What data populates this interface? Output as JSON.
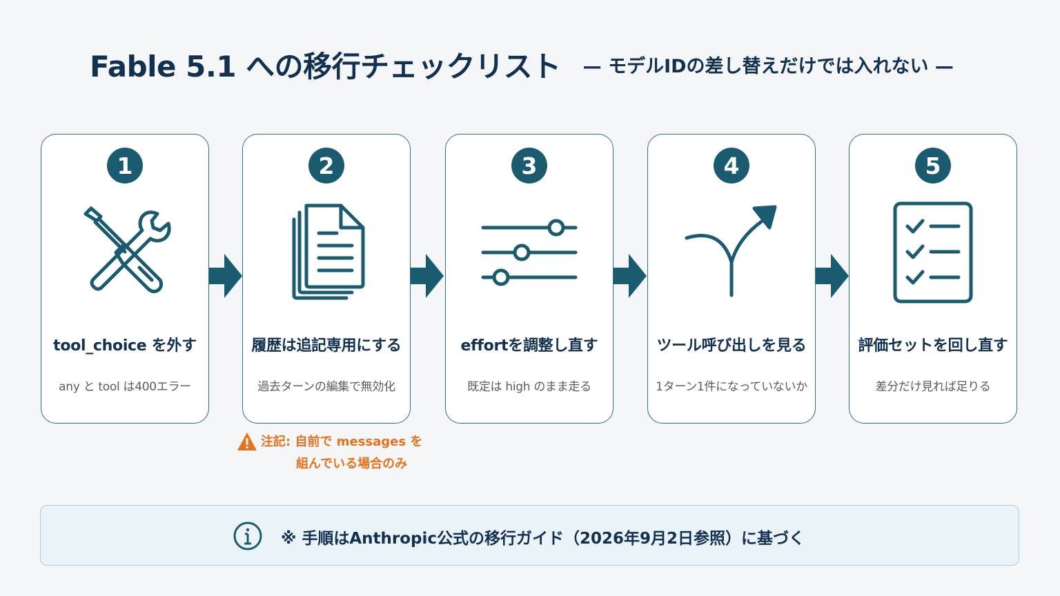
{
  "header": {
    "title": "Fable 5.1 への移行チェックリスト",
    "subtitle": "— モデルIDの差し替えだけでは入れない —"
  },
  "colors": {
    "primary": "#1a5b6f",
    "title_text": "#12304f",
    "warning": "#e8721c",
    "info_background": "#eaf3f7"
  },
  "steps": [
    {
      "number": "1",
      "icon": "wrench-screwdriver-icon",
      "title": "tool_choice を外す",
      "description": "any と tool は400エラー"
    },
    {
      "number": "2",
      "icon": "documents-icon",
      "title": "履歴は追記専用にする",
      "description": "過去ターンの編集で無効化"
    },
    {
      "number": "3",
      "icon": "sliders-icon",
      "title": "effortを調整し直す",
      "description": "既定は high のまま走る"
    },
    {
      "number": "4",
      "icon": "branch-arrow-icon",
      "title": "ツール呼び出しを見る",
      "description": "1ターン1件になっていないか"
    },
    {
      "number": "5",
      "icon": "checklist-icon",
      "title": "評価セットを回し直す",
      "description": "差分だけ見れば足りる"
    }
  ],
  "note": {
    "icon": "warning-icon",
    "line1": "注記: 自前で messages を",
    "line2": "組んでいる場合のみ"
  },
  "footer": {
    "icon": "info-icon",
    "text": "※ 手順はAnthropic公式の移行ガイド（2026年9月2日参照）に基づく"
  }
}
